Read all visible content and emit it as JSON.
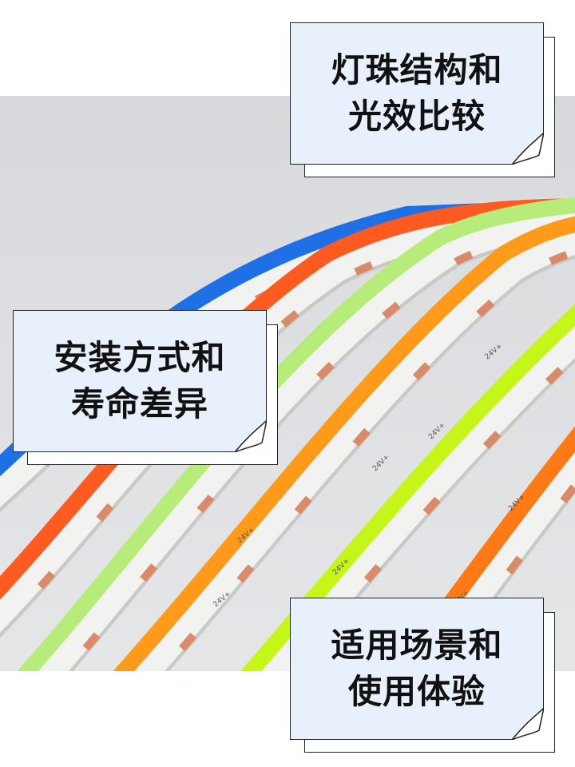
{
  "cards": [
    {
      "line1": "灯珠结构和",
      "line2": "光效比较"
    },
    {
      "line1": "安装方式和",
      "line2": "寿命差异"
    },
    {
      "line1": "适用场景和",
      "line2": "使用体验"
    }
  ],
  "strip_print": "24V+",
  "colors": {
    "card_fill": "#e8f1fb",
    "card_border": "#222222",
    "strip_blue": "#1f6fe6",
    "strip_red_orange": "#ff5a1f",
    "strip_light_green": "#b8ec7a",
    "strip_amber": "#ff9a1a",
    "strip_lime": "#c6f51a",
    "strip_orange": "#ff7a14"
  }
}
